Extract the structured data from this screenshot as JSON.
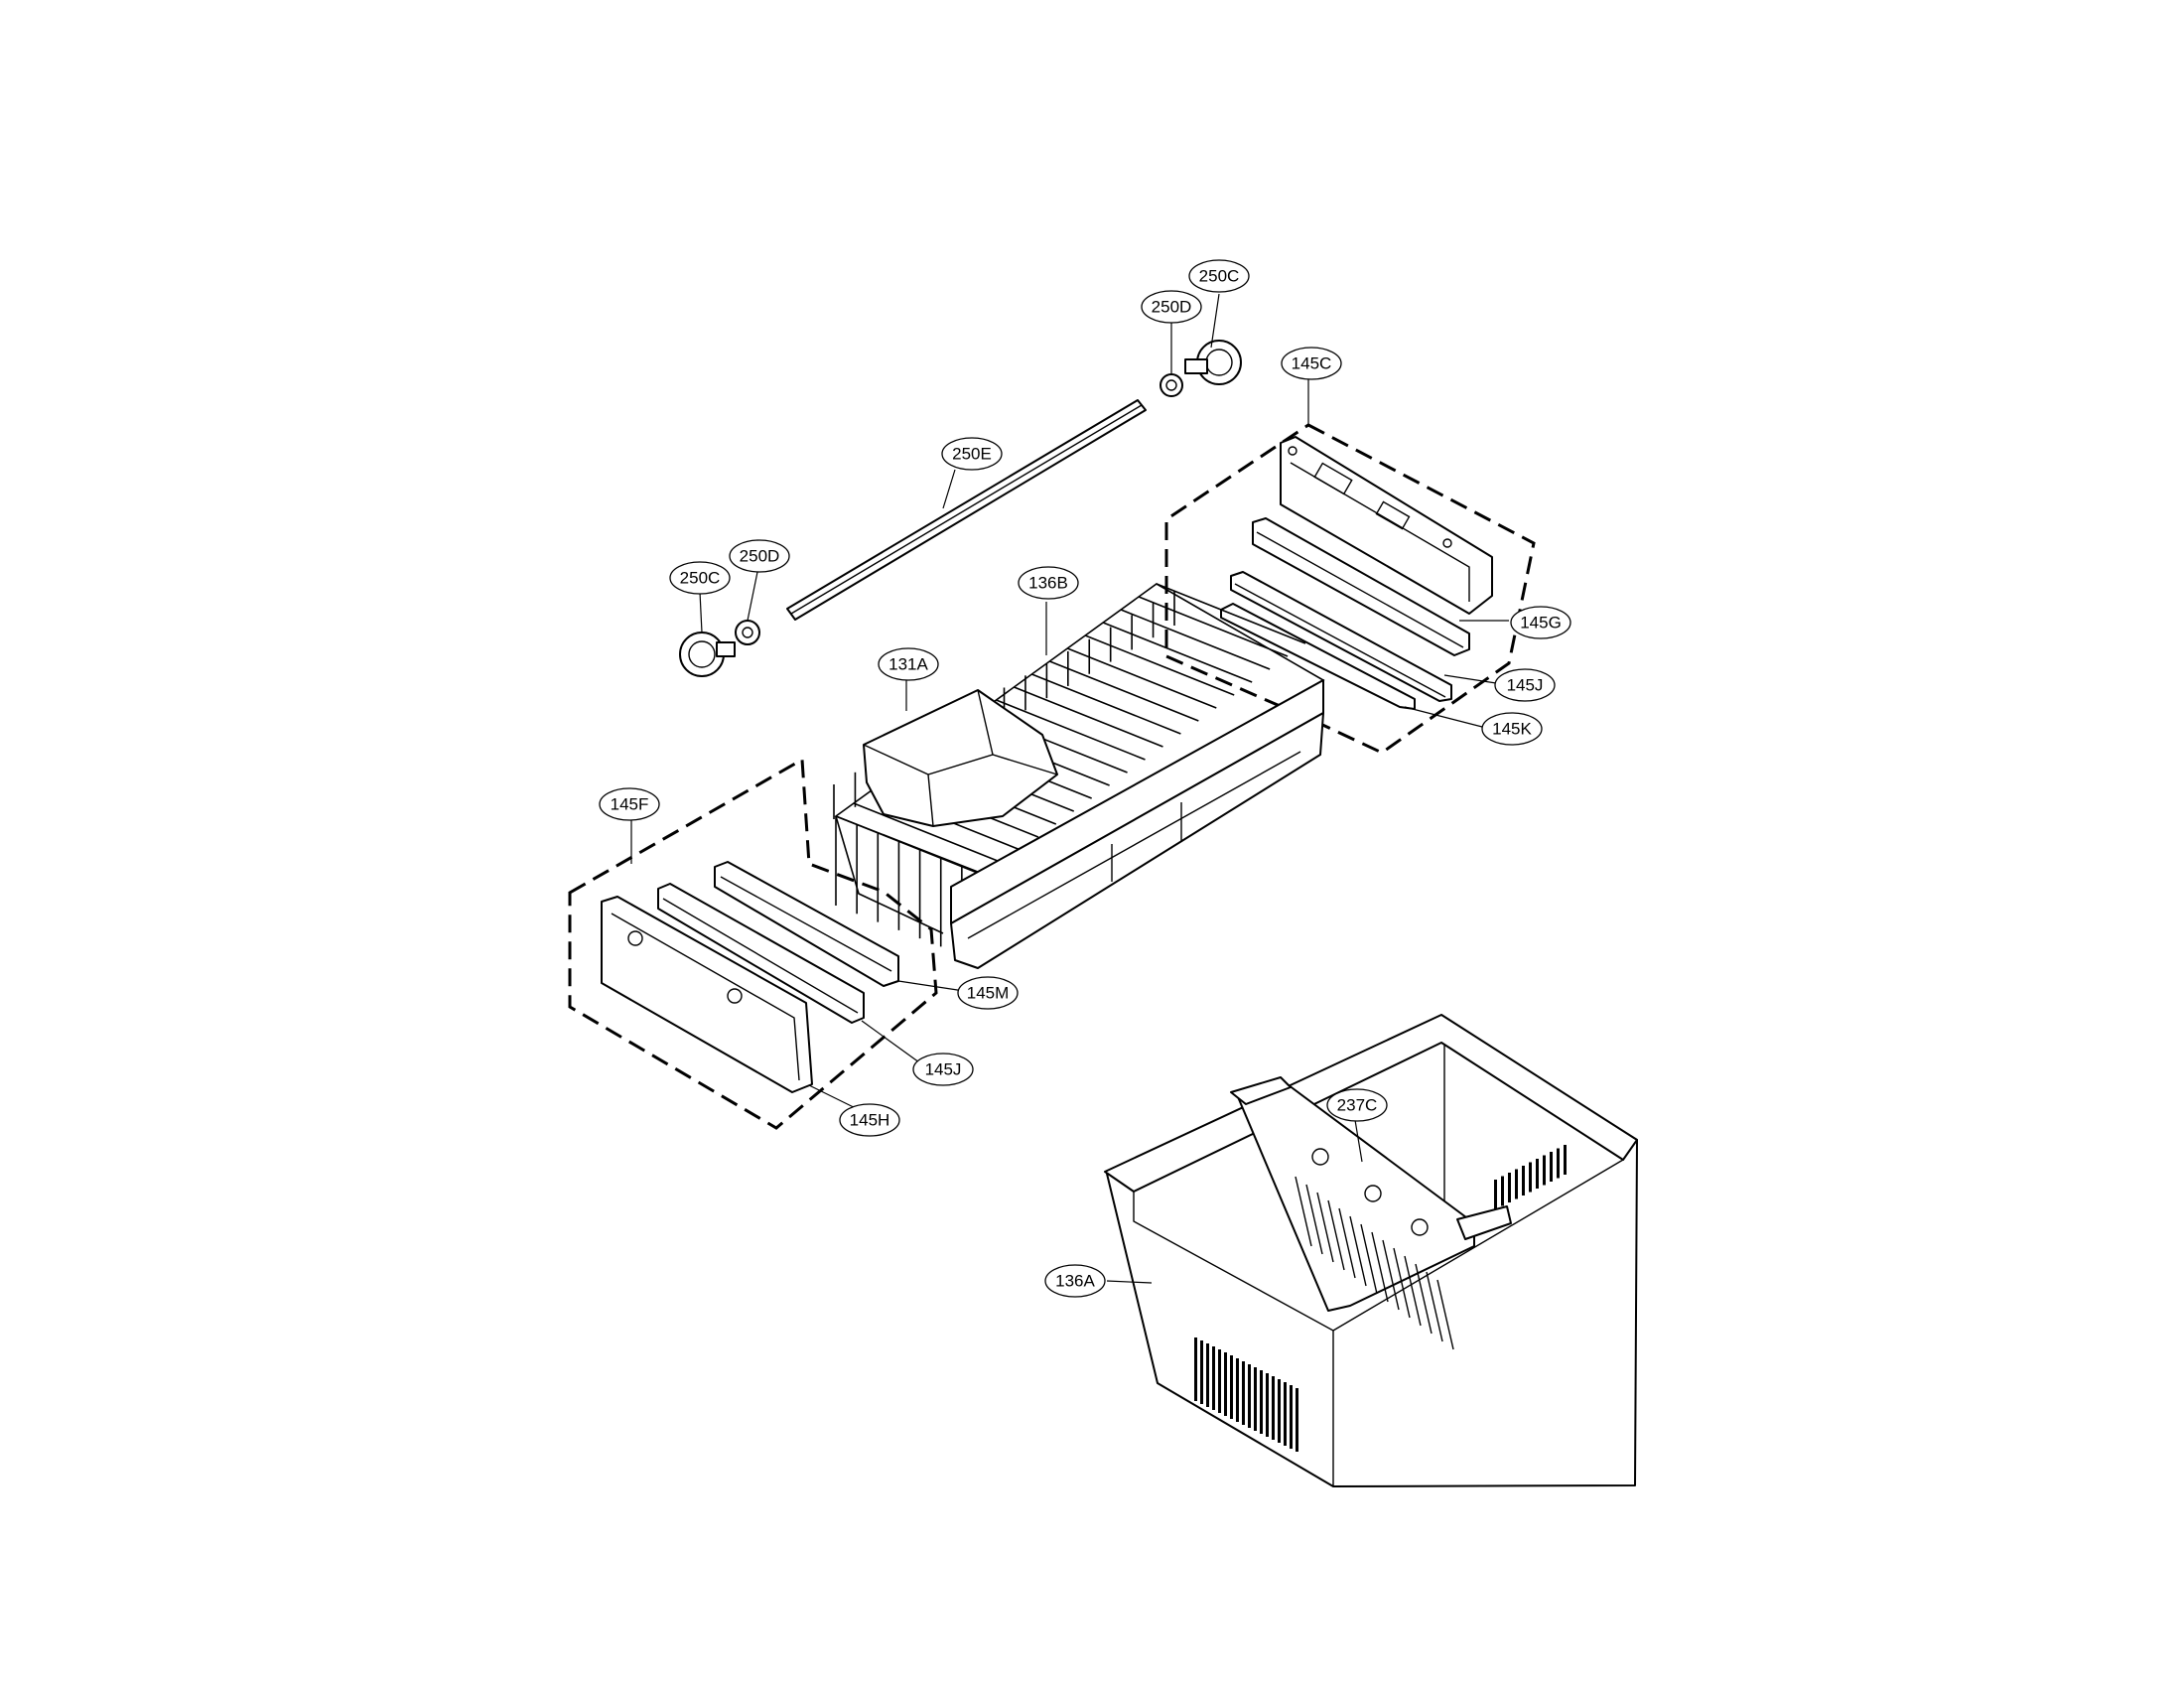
{
  "callouts": {
    "c250C_top": "250C",
    "c250D_top": "250D",
    "c145C": "145C",
    "c250E": "250E",
    "c250D_left": "250D",
    "c250C_left": "250C",
    "c136B": "136B",
    "c145G": "145G",
    "c131A": "131A",
    "c145J_right": "145J",
    "c145K": "145K",
    "c145F": "145F",
    "c145M": "145M",
    "c145J_left": "145J",
    "c145H": "145H",
    "c237C": "237C",
    "c136A": "136A"
  }
}
